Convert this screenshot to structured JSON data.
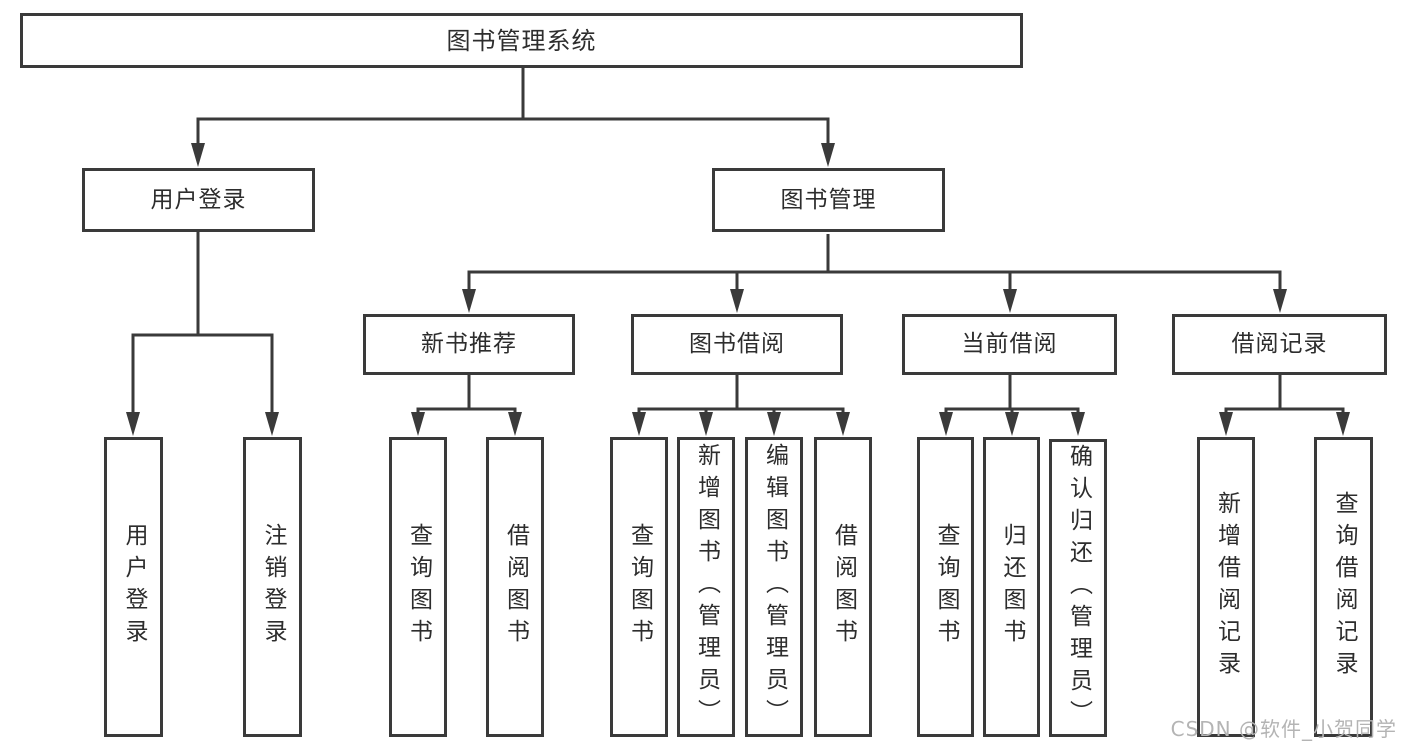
{
  "diagram": {
    "root": {
      "label": "图书管理系统"
    },
    "branches": [
      {
        "label": "用户登录",
        "children": [
          {
            "label": "用户登录"
          },
          {
            "label": "注销登录"
          }
        ]
      },
      {
        "label": "图书管理",
        "children": [
          {
            "label": "新书推荐",
            "children": [
              {
                "label": "查询图书"
              },
              {
                "label": "借阅图书"
              }
            ]
          },
          {
            "label": "图书借阅",
            "children": [
              {
                "label": "查询图书"
              },
              {
                "label": "新增图书（管理员）"
              },
              {
                "label": "编辑图书（管理员）"
              },
              {
                "label": "借阅图书"
              }
            ]
          },
          {
            "label": "当前借阅",
            "children": [
              {
                "label": "查询图书"
              },
              {
                "label": "归还图书"
              },
              {
                "label": "确认归还（管理员）"
              }
            ]
          },
          {
            "label": "借阅记录",
            "children": [
              {
                "label": "新增借阅记录"
              },
              {
                "label": "查询借阅记录"
              }
            ]
          }
        ]
      }
    ]
  },
  "watermark": {
    "text": "CSDN @软件_小贺同学"
  },
  "colors": {
    "line": "#3a3a3a",
    "box_border": "#3a3a3a",
    "box_fill": "#ffffff",
    "text": "#2d2d2d",
    "watermark": "#b4b4b4",
    "background": "#ffffff"
  }
}
